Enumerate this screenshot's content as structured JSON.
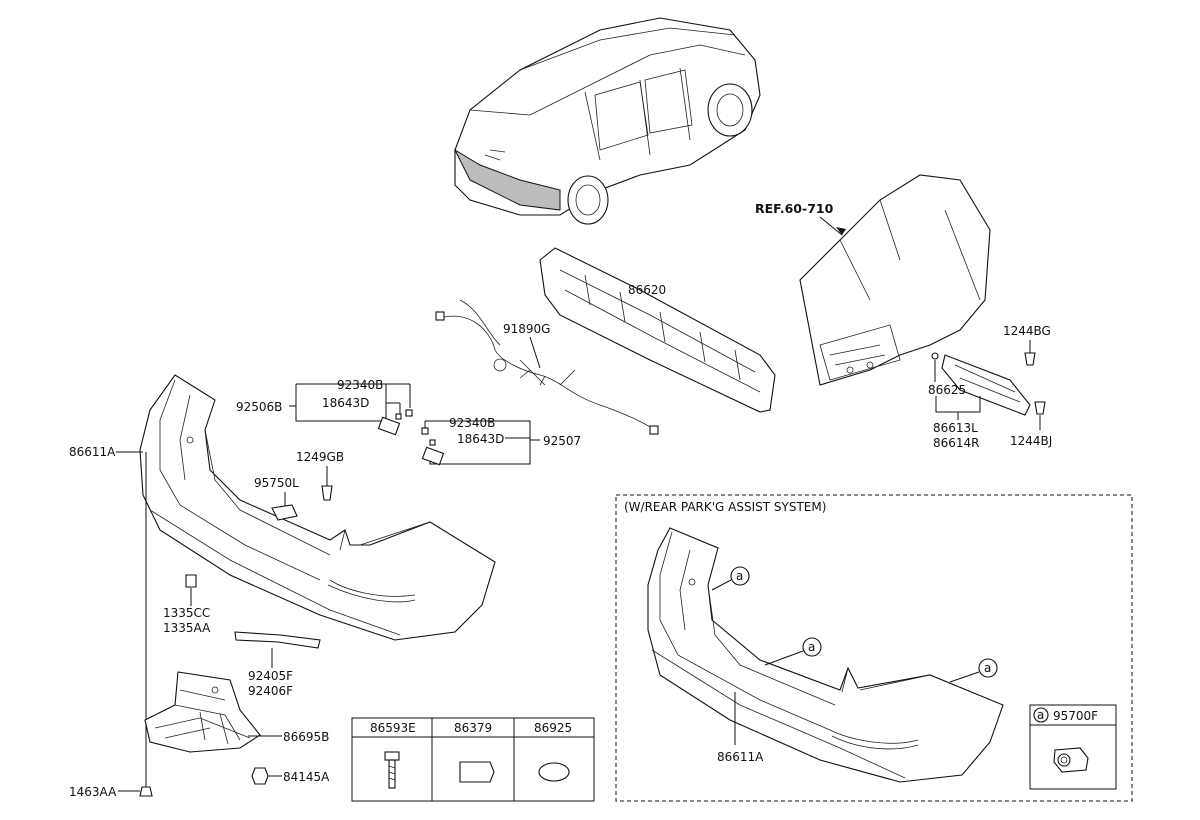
{
  "reference": "REF.60-710",
  "callouts": {
    "p86620": "86620",
    "p91890G": "91890G",
    "p92340B_a": "92340B",
    "p18643D_a": "18643D",
    "p92506B": "92506B",
    "p92340B_b": "92340B",
    "p18643D_b": "18643D",
    "p92507": "92507",
    "p86611A": "86611A",
    "p1249GB": "1249GB",
    "p95750L": "95750L",
    "p1335CC": "1335CC",
    "p1335AA": "1335AA",
    "p92405F": "92405F",
    "p92406F": "92406F",
    "p86695B": "86695B",
    "p84145A": "84145A",
    "p1463AA": "1463AA",
    "p1244BG": "1244BG",
    "p86625": "86625",
    "p86613L": "86613L",
    "p86614R": "86614R",
    "p1244BJ": "1244BJ"
  },
  "parts_table": {
    "headers": [
      "86593E",
      "86379",
      "86925"
    ]
  },
  "option_box": {
    "title": "(W/REAR PARK'G ASSIST SYSTEM)",
    "part_number": "86611A",
    "marker": "a",
    "legend_part": "95700F"
  }
}
